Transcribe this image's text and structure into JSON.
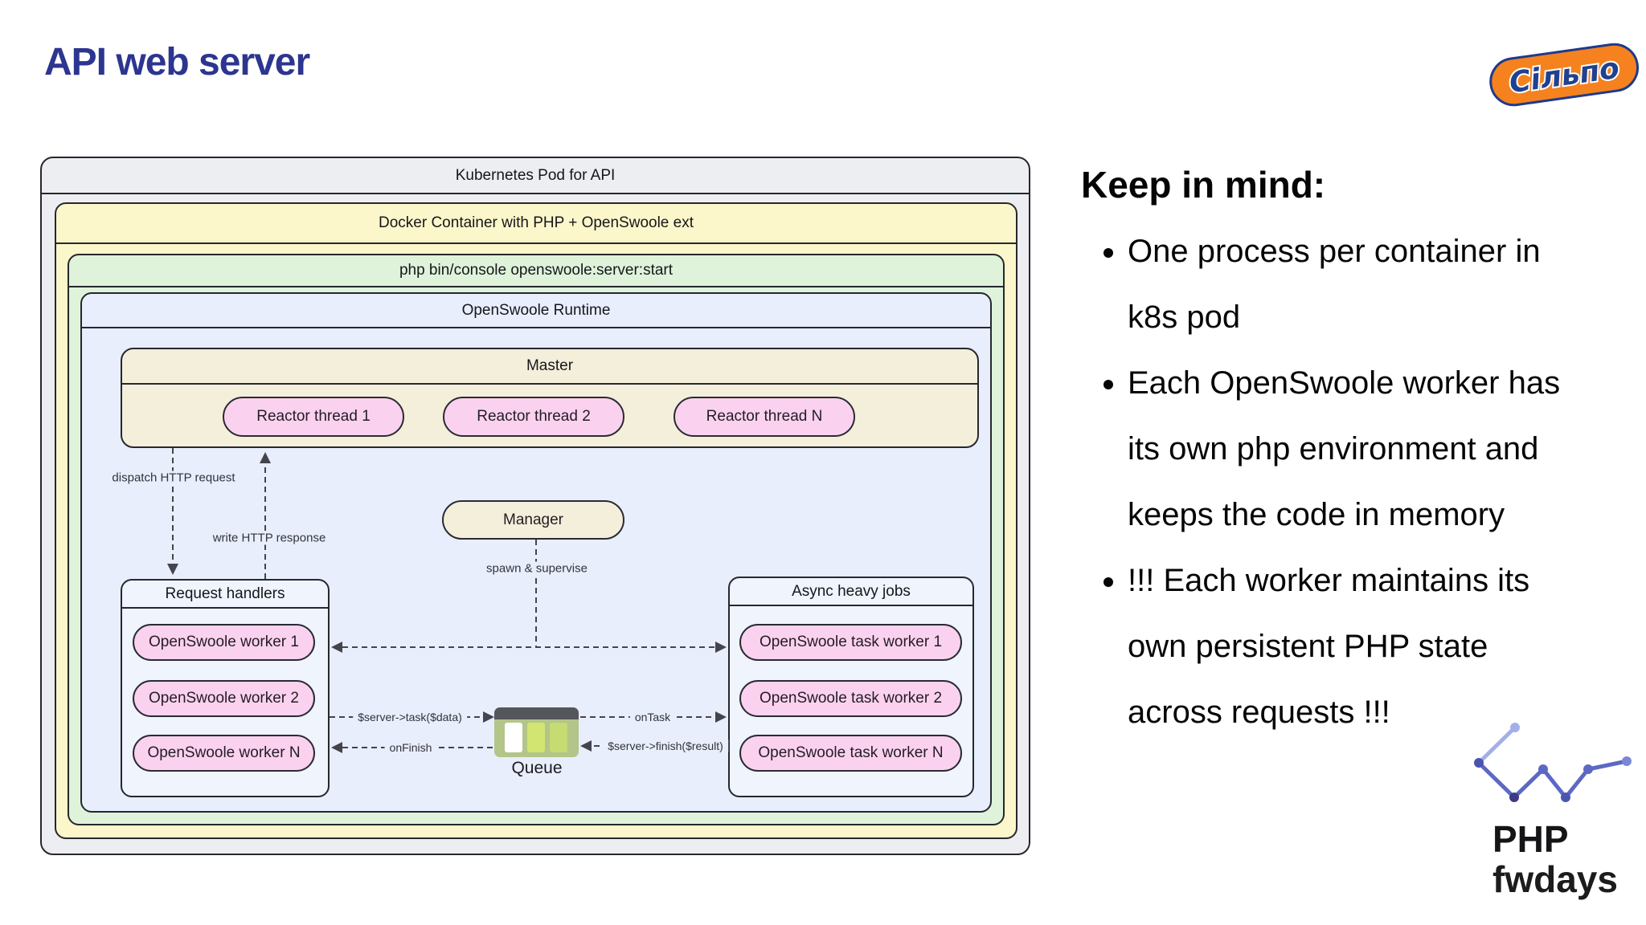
{
  "slide": {
    "title": "API web server"
  },
  "logos": {
    "silpo": {
      "text": "Сільпо"
    },
    "fwdays": {
      "line1": "PHP",
      "line2": "fwdays"
    }
  },
  "diagram": {
    "pod": {
      "label": "Kubernetes Pod for API"
    },
    "docker": {
      "label": "Docker Container with PHP + OpenSwoole ext"
    },
    "console": {
      "label": "php bin/console openswoole:server:start"
    },
    "runtime": {
      "label": "OpenSwoole Runtime"
    },
    "master": {
      "label": "Master",
      "threads": [
        "Reactor thread 1",
        "Reactor thread 2",
        "Reactor thread N"
      ]
    },
    "manager": {
      "label": "Manager"
    },
    "request_handlers": {
      "label": "Request handlers",
      "workers": [
        "OpenSwoole worker 1",
        "OpenSwoole worker 2",
        "OpenSwoole worker N"
      ]
    },
    "async_jobs": {
      "label": "Async heavy jobs",
      "workers": [
        "OpenSwoole task worker 1",
        "OpenSwoole task worker 2",
        "OpenSwoole task worker N"
      ]
    },
    "queue": {
      "label": "Queue"
    },
    "edges": {
      "dispatch": "dispatch HTTP request",
      "write_response": "write HTTP response",
      "spawn": "spawn & supervise",
      "task": "$server->task($data)",
      "on_finish": "onFinish",
      "on_task": "onTask",
      "finish": "$server->finish($result)"
    }
  },
  "notes": {
    "heading": "Keep in mind:",
    "bullets": [
      "One process per container in\nk8s pod",
      "Each OpenSwoole worker has\nits own php environment and\nkeeps the code in memory",
      "!!! Each worker maintains its\nown persistent PHP state\nacross requests !!!"
    ]
  },
  "colors": {
    "title_navy": "#2c3590",
    "pod_gray": "#edeef2",
    "docker_yellow": "#fbf7ca",
    "console_green": "#dff3da",
    "runtime_blue": "#e8eefc",
    "master_cream": "#f4efda",
    "pill_pink": "#fad2f0",
    "silpo_orange": "#f5821f",
    "silpo_blue": "#20418f"
  }
}
